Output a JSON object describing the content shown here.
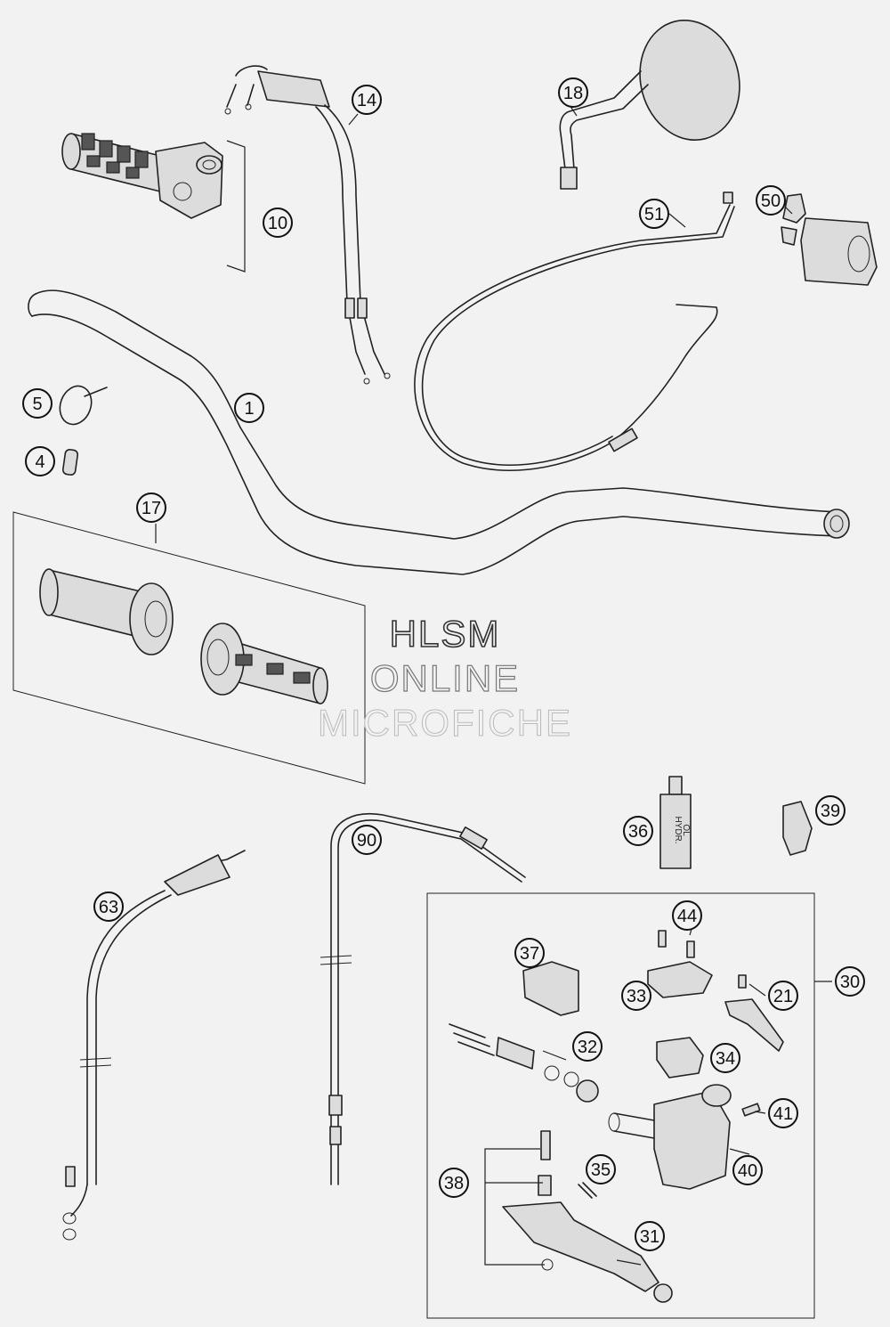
{
  "callouts": [
    {
      "id": "c1",
      "label": "1"
    },
    {
      "id": "c4",
      "label": "4"
    },
    {
      "id": "c5",
      "label": "5"
    },
    {
      "id": "c10",
      "label": "10"
    },
    {
      "id": "c14",
      "label": "14"
    },
    {
      "id": "c17",
      "label": "17"
    },
    {
      "id": "c18",
      "label": "18"
    },
    {
      "id": "c21",
      "label": "21"
    },
    {
      "id": "c30",
      "label": "30"
    },
    {
      "id": "c31",
      "label": "31"
    },
    {
      "id": "c32",
      "label": "32"
    },
    {
      "id": "c33",
      "label": "33"
    },
    {
      "id": "c34",
      "label": "34"
    },
    {
      "id": "c35",
      "label": "35"
    },
    {
      "id": "c36",
      "label": "36"
    },
    {
      "id": "c37",
      "label": "37"
    },
    {
      "id": "c38",
      "label": "38"
    },
    {
      "id": "c39",
      "label": "39"
    },
    {
      "id": "c40",
      "label": "40"
    },
    {
      "id": "c41",
      "label": "41"
    },
    {
      "id": "c44",
      "label": "44"
    },
    {
      "id": "c50",
      "label": "50"
    },
    {
      "id": "c51",
      "label": "51"
    },
    {
      "id": "c63",
      "label": "63"
    },
    {
      "id": "c90",
      "label": "90"
    }
  ],
  "bottle_label": [
    "HYDR.",
    "ÖL"
  ],
  "watermark": {
    "line1": "HLSM",
    "line2": "ONLINE",
    "line3": "MICROFICHE"
  }
}
